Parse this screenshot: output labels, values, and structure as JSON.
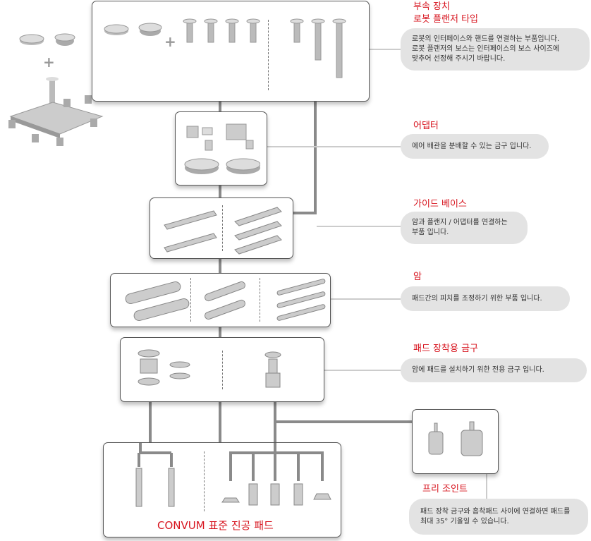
{
  "sections": [
    {
      "title_lines": [
        "부속 장치",
        "로봇 플랜저 타입"
      ],
      "description": "로봇의 인터페이스와 핸드를 연결하는 부품입니다.\n로봇 플랜저의 보스는 인터페이스의 보스 사이즈에\n맞추어 선정해 주시기 바랍니다."
    },
    {
      "title": "어댑터",
      "description": "에어 배관을 분배할 수 있는 금구 입니다."
    },
    {
      "title": "가이드 베이스",
      "description": "암과 플랜지 / 어댑터를 연결하는\n부품 입니다."
    },
    {
      "title": "암",
      "description": "패드간의 피치를 조정하기 위한 부품 입니다."
    },
    {
      "title": "패드 장착용 금구",
      "description": "암에 패드를 설치하기 위한 전용 금구 입니다."
    },
    {
      "title": "프리 조인트",
      "description": "패드 장착 금구와 흡착패드 사이에 연결하면 패드를\n최대 35° 기울일 수 있습니다."
    }
  ],
  "pads_box": {
    "title": "CONVUM 표준 진공 패드"
  },
  "plus_sign": "+",
  "colors": {
    "accent": "#d7141e",
    "bubble": "#e3e3e3",
    "connector": "#8a8a8a"
  }
}
